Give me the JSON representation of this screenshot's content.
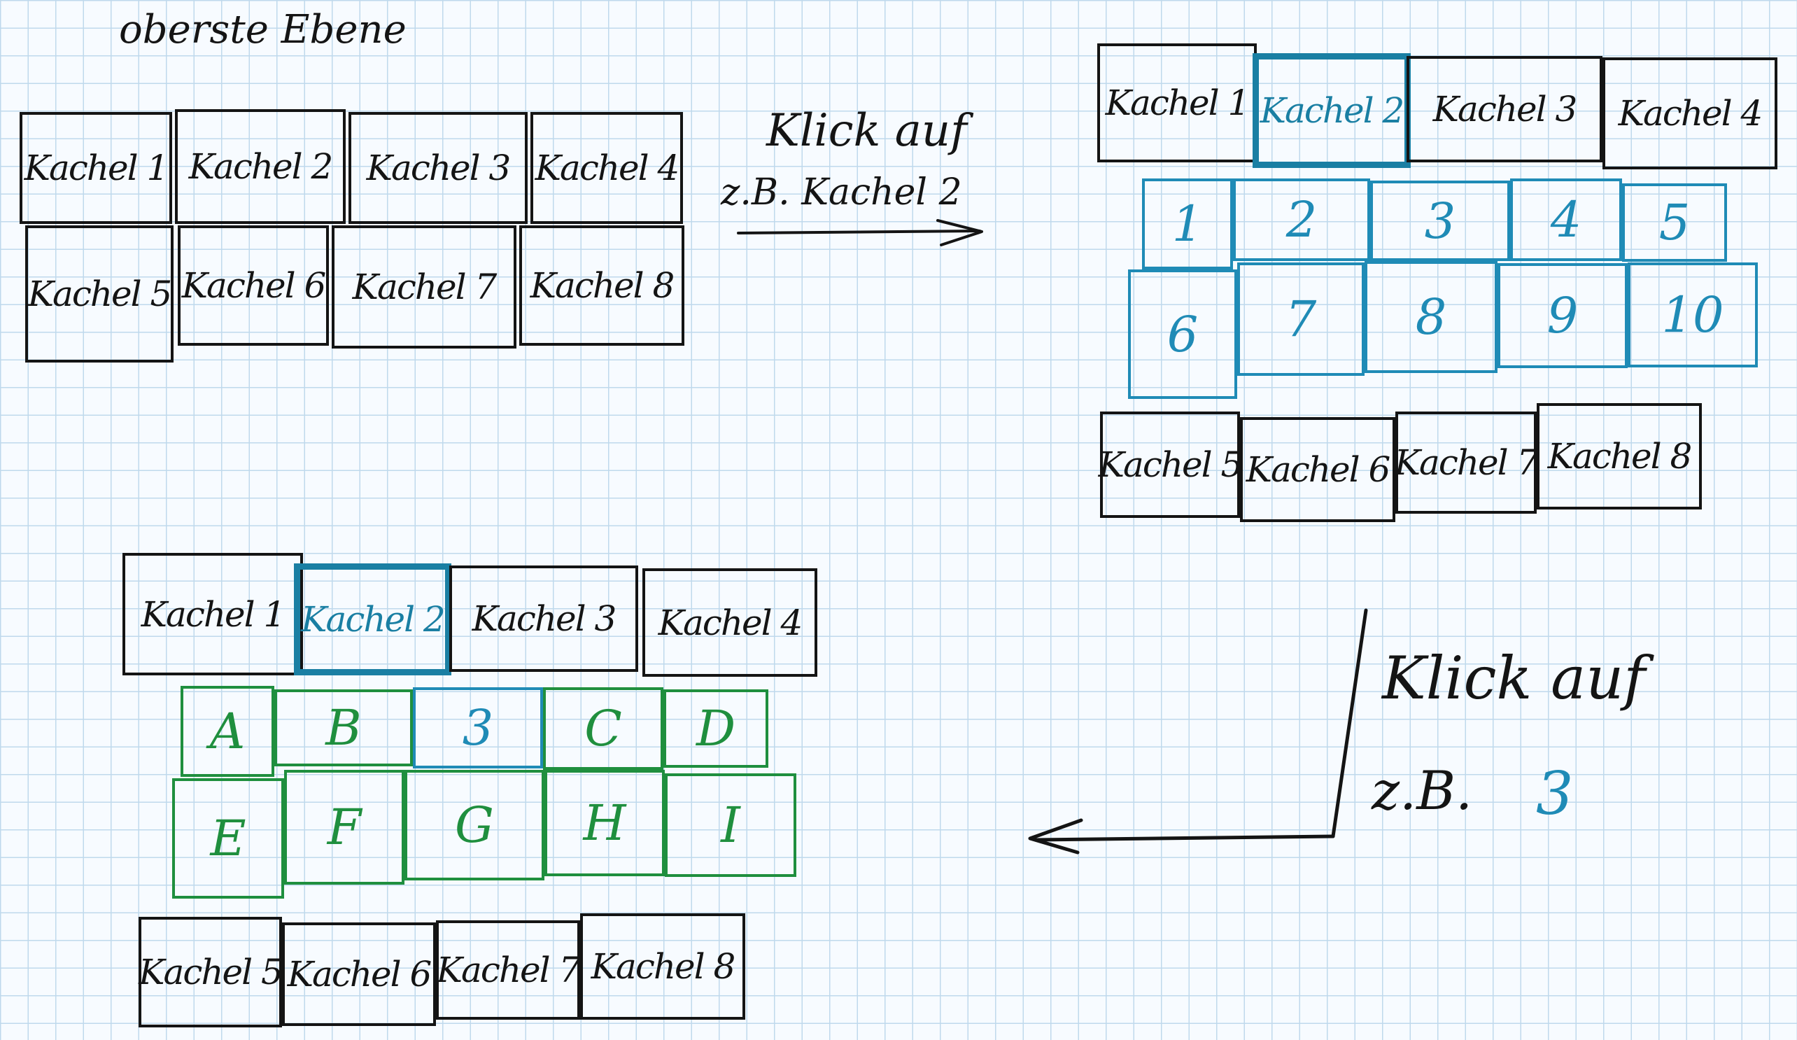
{
  "title": "oberste Ebene",
  "top_level": {
    "row1": [
      "Kachel 1",
      "Kachel 2",
      "Kachel 3",
      "Kachel 4"
    ],
    "row2": [
      "Kachel 5",
      "Kachel 6",
      "Kachel 7",
      "Kachel 8"
    ]
  },
  "note1": {
    "line1": "Klick auf",
    "line2": "z.B. Kachel 2"
  },
  "level2": {
    "header": [
      "Kachel 1",
      "Kachel 2",
      "Kachel 3",
      "Kachel 4"
    ],
    "selected": "Kachel 2",
    "sub_row1": [
      "1",
      "2",
      "3",
      "4",
      "5"
    ],
    "sub_row2": [
      "6",
      "7",
      "8",
      "9",
      "10"
    ],
    "footer": [
      "Kachel 5",
      "Kachel 6",
      "Kachel 7",
      "Kachel 8"
    ]
  },
  "note2": {
    "line1": "Klick auf",
    "line2": "z.B.",
    "value": "3"
  },
  "level3": {
    "header": [
      "Kachel 1",
      "Kachel 2",
      "Kachel 3",
      "Kachel 4"
    ],
    "selected": "Kachel 2",
    "sub_row1": [
      "A",
      "B",
      "3",
      "C",
      "D"
    ],
    "sub_row2": [
      "E",
      "F",
      "G",
      "H",
      "I"
    ],
    "footer": [
      "Kachel 5",
      "Kachel 6",
      "Kachel 7",
      "Kachel 8"
    ]
  },
  "colors": {
    "ink": "#141414",
    "blue": "#1f8bb6",
    "green": "#1f8f3e",
    "grid": "#bfd9ec"
  }
}
